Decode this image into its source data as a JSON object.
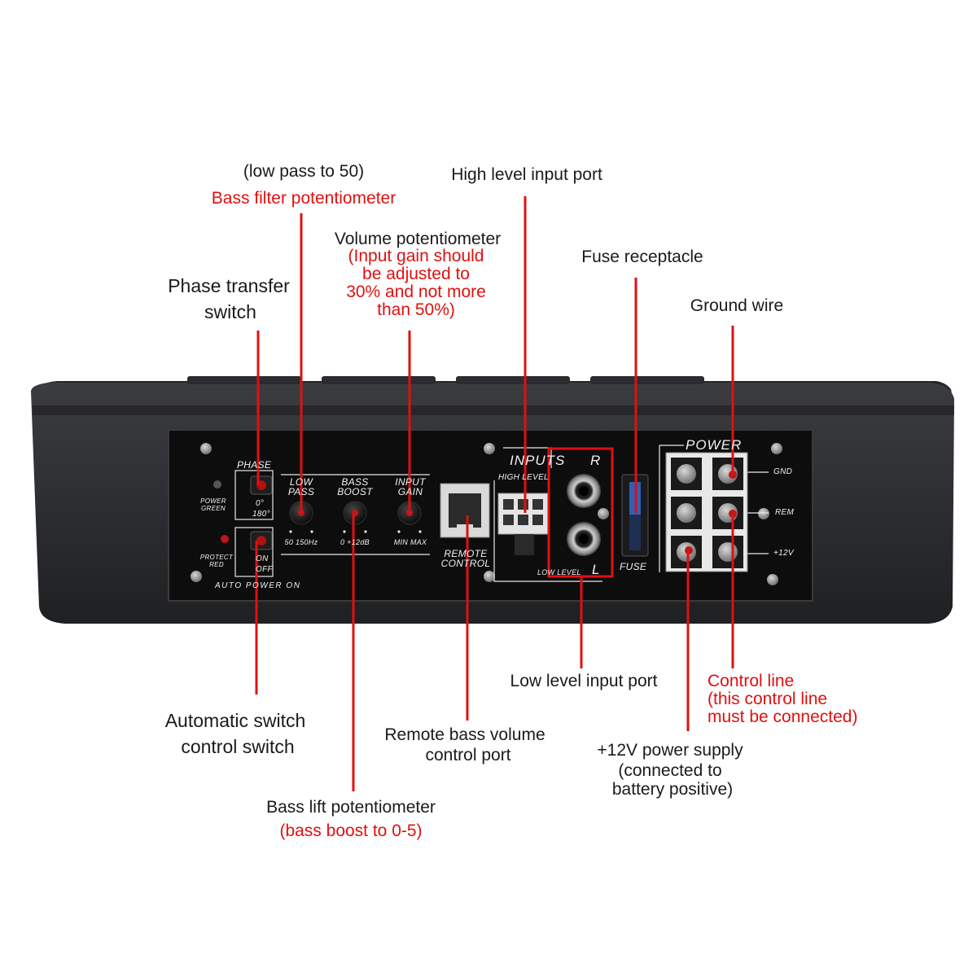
{
  "callouts": {
    "bass_filter_top": "(low pass to 50)",
    "bass_filter_title": "Bass filter potentiometer",
    "high_level": "High level input port",
    "volume_title": "Volume potentiometer",
    "volume_note_1": "(Input gain should",
    "volume_note_2": "be adjusted to",
    "volume_note_3": "30% and not more",
    "volume_note_4": "than 50%)",
    "fuse_receptacle": "Fuse receptacle",
    "phase_1": "Phase transfer",
    "phase_2": "switch",
    "ground_wire": "Ground wire",
    "auto_1": "Automatic switch",
    "auto_2": "control switch",
    "remote_1": "Remote bass volume",
    "remote_2": "control port",
    "low_level": "Low level input port",
    "control_1": "Control line",
    "control_2": "(this control line",
    "control_3": "must be connected)",
    "power_1": "+12V power supply",
    "power_2": "(connected to",
    "power_3": "battery positive)",
    "bass_lift_1": "Bass lift potentiometer",
    "bass_lift_2": "(bass boost to 0-5)"
  },
  "panel": {
    "phase": "PHASE",
    "power_1": "POWER",
    "power_2": "GREEN",
    "protect_1": "PROTECT",
    "protect_2": "RED",
    "deg0": "0°",
    "deg180": "180°",
    "on": "ON",
    "off": "OFF",
    "auto_power": "AUTO POWER ON",
    "low_pass_1": "LOW",
    "low_pass_2": "PASS",
    "low_pass_range": "50 150Hz",
    "bass_boost_1": "BASS",
    "bass_boost_2": "BOOST",
    "bass_boost_range": "0 +12dB",
    "input_gain_1": "INPUT",
    "input_gain_2": "GAIN",
    "input_gain_range": "MIN MAX",
    "remote_1": "REMOTE",
    "remote_2": "CONTROL",
    "inputs": "INPUTS",
    "r": "R",
    "l": "L",
    "high_level": "HIGH LEVEL",
    "low_level": "LOW LEVEL",
    "fuse": "FUSE",
    "power": "POWER",
    "gnd": "GND",
    "rem": "REM",
    "v12": "+12V"
  },
  "colors": {
    "accent_red": "#e01010",
    "text_dark": "#1a1a1a",
    "panel_black": "#111111",
    "housing": "#2e3033"
  }
}
